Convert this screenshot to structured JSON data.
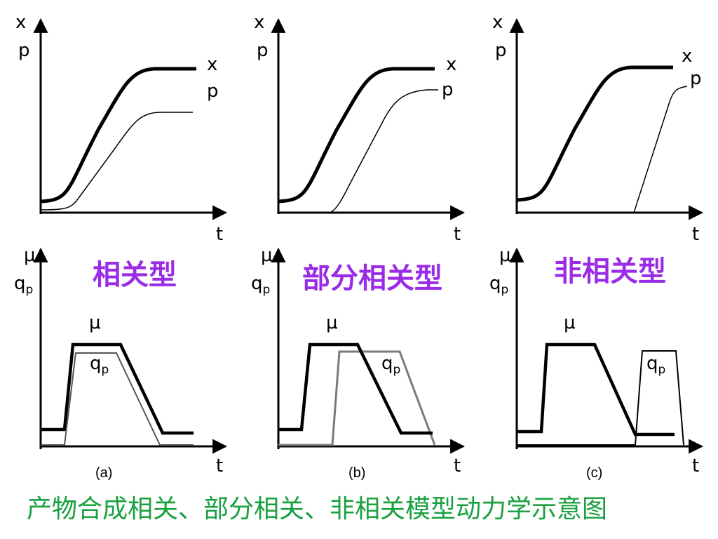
{
  "colors": {
    "type_title": "#9a2be6",
    "caption": "#19a040",
    "axis": "#000000",
    "thick_curve": "#000000",
    "thin_curve": "#000000",
    "qp_gray": "#7a7a7a"
  },
  "top_axes": {
    "y_label_1": "x",
    "y_label_2": "p",
    "x_label": "t",
    "curve_x_label": "x",
    "curve_p_label": "p"
  },
  "bottom_axes": {
    "y_label_1": "μ",
    "y_label_2_main": "q",
    "y_label_2_sub": "p",
    "x_label": "t",
    "curve_mu_label": "μ",
    "curve_qp_main": "q",
    "curve_qp_sub": "p"
  },
  "panels": [
    {
      "label": "(a)",
      "type_title": "相关型"
    },
    {
      "label": "(b)",
      "type_title": "部分相关型"
    },
    {
      "label": "(c)",
      "type_title": "非相关型"
    }
  ],
  "caption": "产物合成相关、部分相关、非相关模型动力学示意图"
}
